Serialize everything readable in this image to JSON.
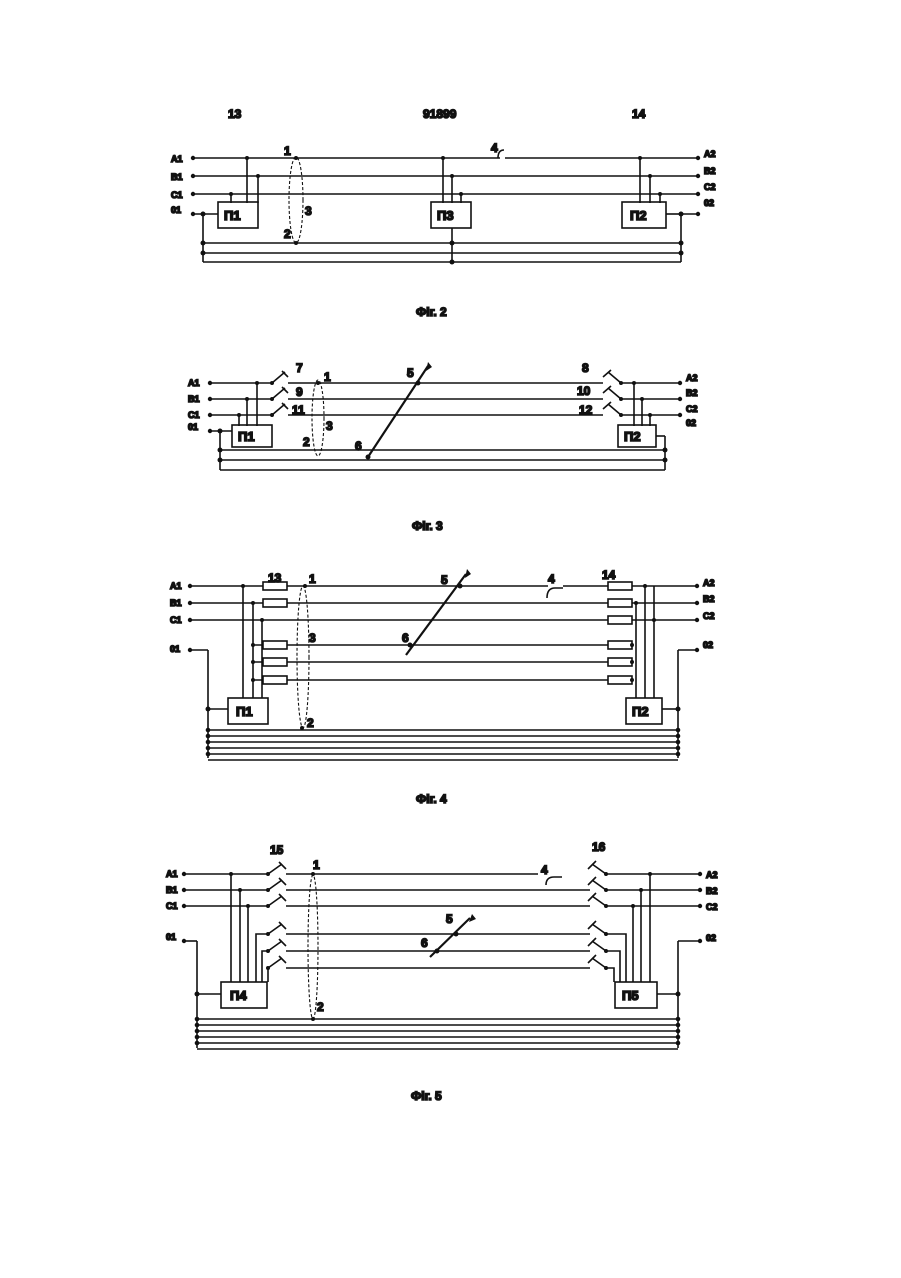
{
  "header": {
    "left": "13",
    "center": "91899",
    "right": "14"
  },
  "fig2": {
    "caption": "Фіг. 2",
    "left_labels": [
      "A1",
      "B1",
      "C1",
      "01"
    ],
    "right_labels": [
      "A2",
      "B2",
      "C2",
      "02"
    ],
    "boxes": [
      "П1",
      "П3",
      "П2"
    ],
    "nums": {
      "n1": "1",
      "n2": "2",
      "n3": "3",
      "n4": "4"
    }
  },
  "fig3": {
    "caption": "Фіг. 3",
    "left_labels": [
      "A1",
      "B1",
      "C1",
      "01"
    ],
    "right_labels": [
      "A2",
      "B2",
      "C2",
      "02"
    ],
    "boxes": [
      "П1",
      "П2"
    ],
    "nums": {
      "n1": "1",
      "n2": "2",
      "n3": "3",
      "n5": "5",
      "n6": "6",
      "n7": "7",
      "n8": "8",
      "n9": "9",
      "n10": "10",
      "n11": "11",
      "n12": "12"
    }
  },
  "fig4": {
    "caption": "Фіг. 4",
    "left_labels": [
      "A1",
      "B1",
      "C1",
      "01"
    ],
    "right_labels": [
      "A2",
      "B2",
      "C2",
      "02"
    ],
    "boxes": [
      "П1",
      "П2"
    ],
    "nums": {
      "n1": "1",
      "n2": "2",
      "n3": "3",
      "n4": "4",
      "n5": "5",
      "n6": "6",
      "n13": "13",
      "n14": "14"
    }
  },
  "fig5": {
    "caption": "Фіг. 5",
    "left_labels": [
      "A1",
      "B1",
      "C1",
      "01"
    ],
    "right_labels": [
      "A2",
      "B2",
      "C2",
      "02"
    ],
    "boxes": [
      "П4",
      "П5"
    ],
    "nums": {
      "n1": "1",
      "n2": "2",
      "n4": "4",
      "n5": "5",
      "n6": "6",
      "n15": "15",
      "n16": "16"
    }
  }
}
